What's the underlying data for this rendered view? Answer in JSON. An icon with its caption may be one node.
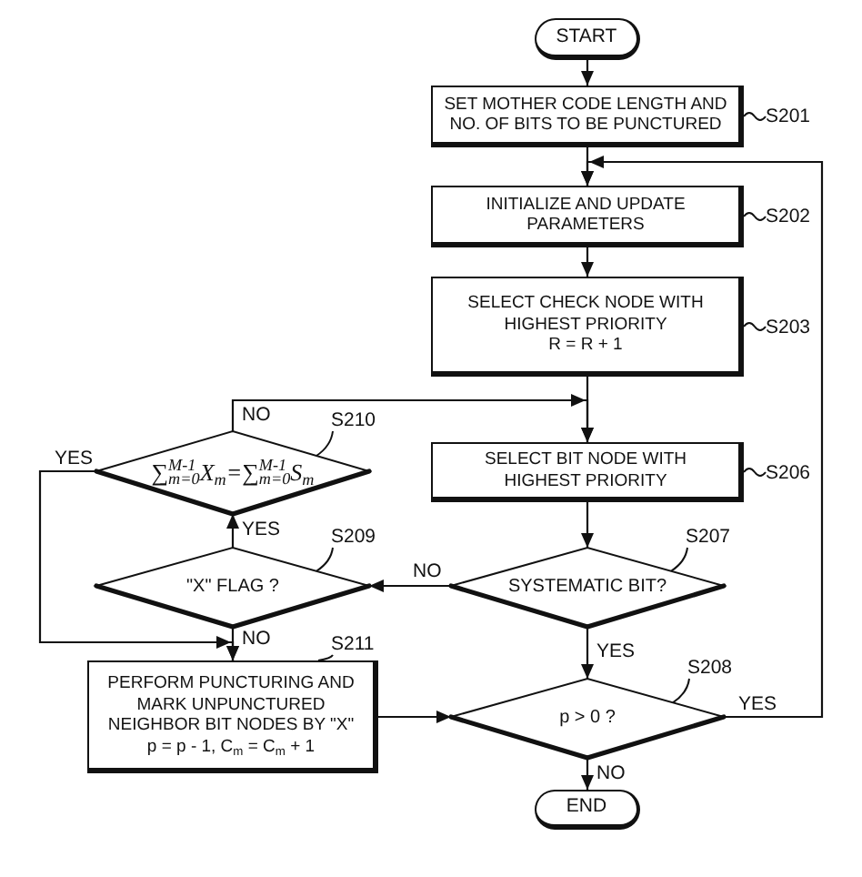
{
  "diagram": {
    "nodes": [
      {
        "text": [
          "START"
        ]
      },
      {
        "text": [
          "SET MOTHER CODE LENGTH AND NO. OF BITS TO BE PUNCTURED"
        ]
      },
      {
        "text": [
          "S201"
        ]
      },
      {
        "text": [
          "INITIALIZE AND UPDATE PARAMETERS"
        ]
      },
      {
        "text": [
          "S202"
        ]
      },
      {
        "text": [
          "SELECT CHECK NODE WITH HIGHEST PRIORITY",
          "R = R + 1"
        ]
      },
      {
        "text": [
          "S203"
        ]
      },
      {
        "text": [
          "SELECT BIT NODE WITH HIGHEST PRIORITY"
        ]
      },
      {
        "text": [
          "S206"
        ]
      },
      {
        "text": [
          "SYSTEMATIC BIT?"
        ]
      },
      {
        "text": [
          "S207"
        ]
      },
      {
        "text": [
          "p > 0 ?"
        ]
      },
      {
        "text": [
          "S208"
        ]
      },
      {
        "text": [
          "\"X\" FLAG ?"
        ]
      },
      {
        "text": [
          "S209"
        ]
      },
      {
        "text": [
          "∑$^{M-1}$$_{m=0}$X$_{m}$=∑$^{M-1}$$_{m=0}$S$_{m}$"
        ]
      },
      {
        "text": [
          "S210"
        ]
      },
      {
        "text": [
          "PERFORM PUNCTURING AND MARK UNPUNCTURED NEIGHBOR BIT NODES BY \"X\"",
          "p = p - 1, C$_{m}$ = C$_{m}$ + 1"
        ]
      },
      {
        "text": [
          "S211"
        ]
      },
      {
        "text": [
          "END"
        ]
      }
    ],
    "edges": [
      {
        "from": 0,
        "to": 1,
        "arrow": "to"
      },
      {
        "from": 1,
        "to": 3,
        "arrow": "to"
      },
      {
        "from": 3,
        "to": 5,
        "arrow": "to"
      },
      {
        "from": 5,
        "to": 7,
        "arrow": "to"
      },
      {
        "from": 7,
        "to": 9,
        "arrow": "to"
      },
      {
        "from": 9,
        "to": 11,
        "arrow": "to",
        "label": "YES"
      },
      {
        "from": 9,
        "to": 13,
        "arrow": "to",
        "label": "NO"
      },
      {
        "from": 13,
        "to": 15,
        "arrow": "to",
        "label": "YES"
      },
      {
        "from": 13,
        "to": 17,
        "arrow": "to",
        "label": "NO"
      },
      {
        "from": 15,
        "to": 7,
        "arrow": "to",
        "label": "NO"
      },
      {
        "from": 15,
        "to": 17,
        "arrow": "to",
        "label": "YES"
      },
      {
        "from": 17,
        "to": 11,
        "arrow": "to"
      },
      {
        "from": 11,
        "to": 3,
        "arrow": "to",
        "label": "YES"
      },
      {
        "from": 11,
        "to": 19,
        "arrow": "to",
        "label": "NO"
      },
      {
        "from": 2,
        "to": 1,
        "arrow": "none"
      },
      {
        "from": 4,
        "to": 3,
        "arrow": "none"
      },
      {
        "from": 6,
        "to": 5,
        "arrow": "none"
      },
      {
        "from": 8,
        "to": 7,
        "arrow": "none"
      },
      {
        "from": 10,
        "to": 9,
        "arrow": "none"
      },
      {
        "from": 12,
        "to": 11,
        "arrow": "none"
      },
      {
        "from": 14,
        "to": 13,
        "arrow": "none"
      },
      {
        "from": 16,
        "to": 15,
        "arrow": "none"
      },
      {
        "from": 18,
        "to": 17,
        "arrow": "none"
      }
    ]
  }
}
